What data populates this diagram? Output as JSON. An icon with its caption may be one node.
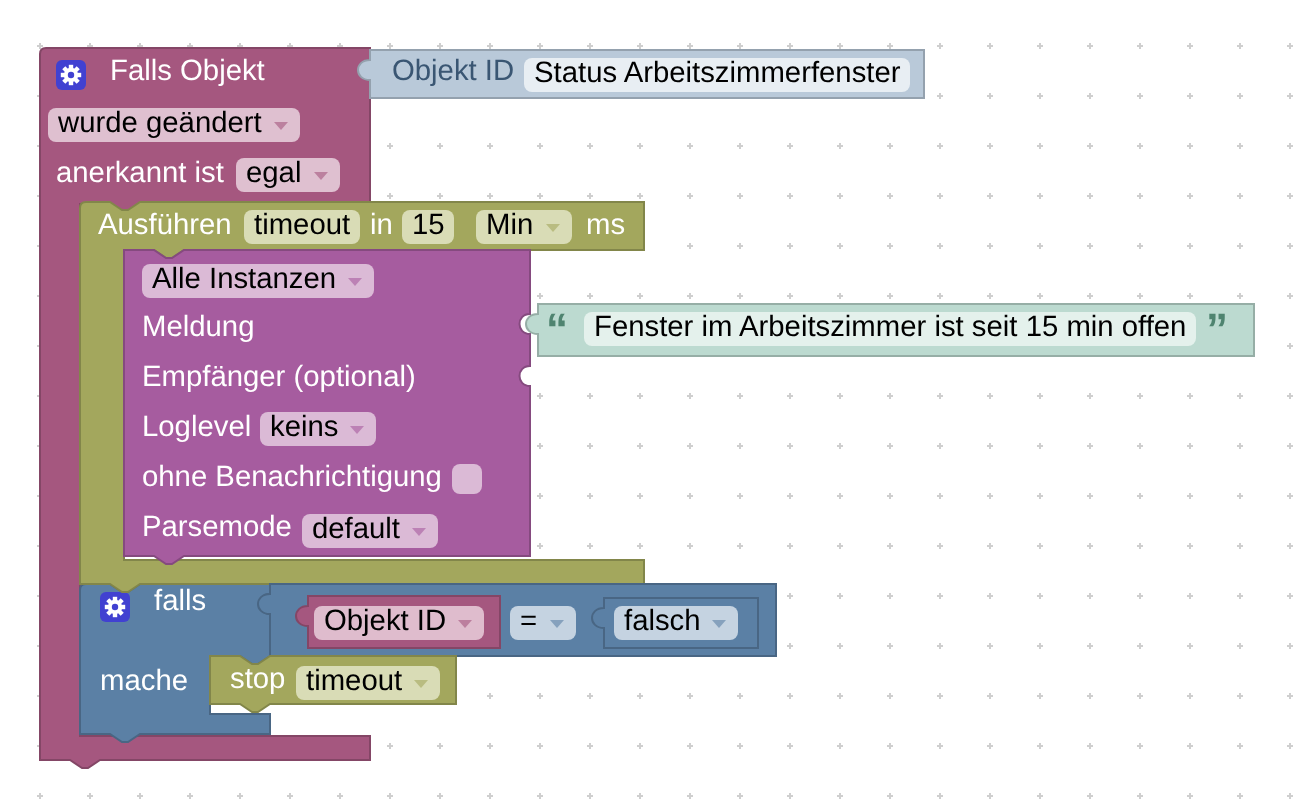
{
  "diagram": {
    "nodes": [
      {
        "text": [
          "Falls Objekt",
          "anerkannt ist"
        ]
      },
      {
        "text": [
          "Objekt ID"
        ]
      },
      {
        "text": [
          "Status Arbeitszimmerfenster"
        ],
        "in": 1
      },
      {
        "text": [
          "wurde geändert"
        ],
        "in": 0
      },
      {
        "text": [
          "egal"
        ],
        "in": 0
      },
      {
        "text": [
          "Ausführen",
          "in",
          "ms"
        ]
      },
      {
        "text": [
          "timeout"
        ],
        "in": 5
      },
      {
        "text": [
          "15"
        ],
        "in": 5
      },
      {
        "text": [
          "Min"
        ],
        "in": 5
      },
      {
        "text": [
          "Meldung",
          "Empfänger (optional)",
          "Loglevel",
          "ohne Benachrichtigung",
          "Parsemode"
        ],
        "in": 5
      },
      {
        "text": [
          "Alle Instanzen"
        ],
        "in": 9
      },
      {
        "text": [
          "“",
          "”"
        ]
      },
      {
        "text": [
          "Fenster im Arbeitszimmer ist seit 15 min offen"
        ],
        "in": 11
      },
      {
        "text": [
          "keins"
        ],
        "in": 9
      },
      {
        "text": [],
        "shape": "box",
        "in": 9
      },
      {
        "text": [
          "default"
        ],
        "in": 9
      },
      {
        "text": [
          "falls",
          "mache"
        ],
        "in": 0
      },
      {
        "text": [],
        "shape": "box"
      },
      {
        "text": [],
        "shape": "box",
        "in": 17
      },
      {
        "text": [
          "Objekt ID"
        ],
        "in": 18
      },
      {
        "text": [
          "="
        ],
        "in": 17
      },
      {
        "text": [],
        "shape": "box",
        "in": 17
      },
      {
        "text": [
          "falsch"
        ],
        "in": 21
      },
      {
        "text": [
          "stop"
        ]
      },
      {
        "text": [
          "timeout"
        ],
        "in": 23
      }
    ]
  }
}
